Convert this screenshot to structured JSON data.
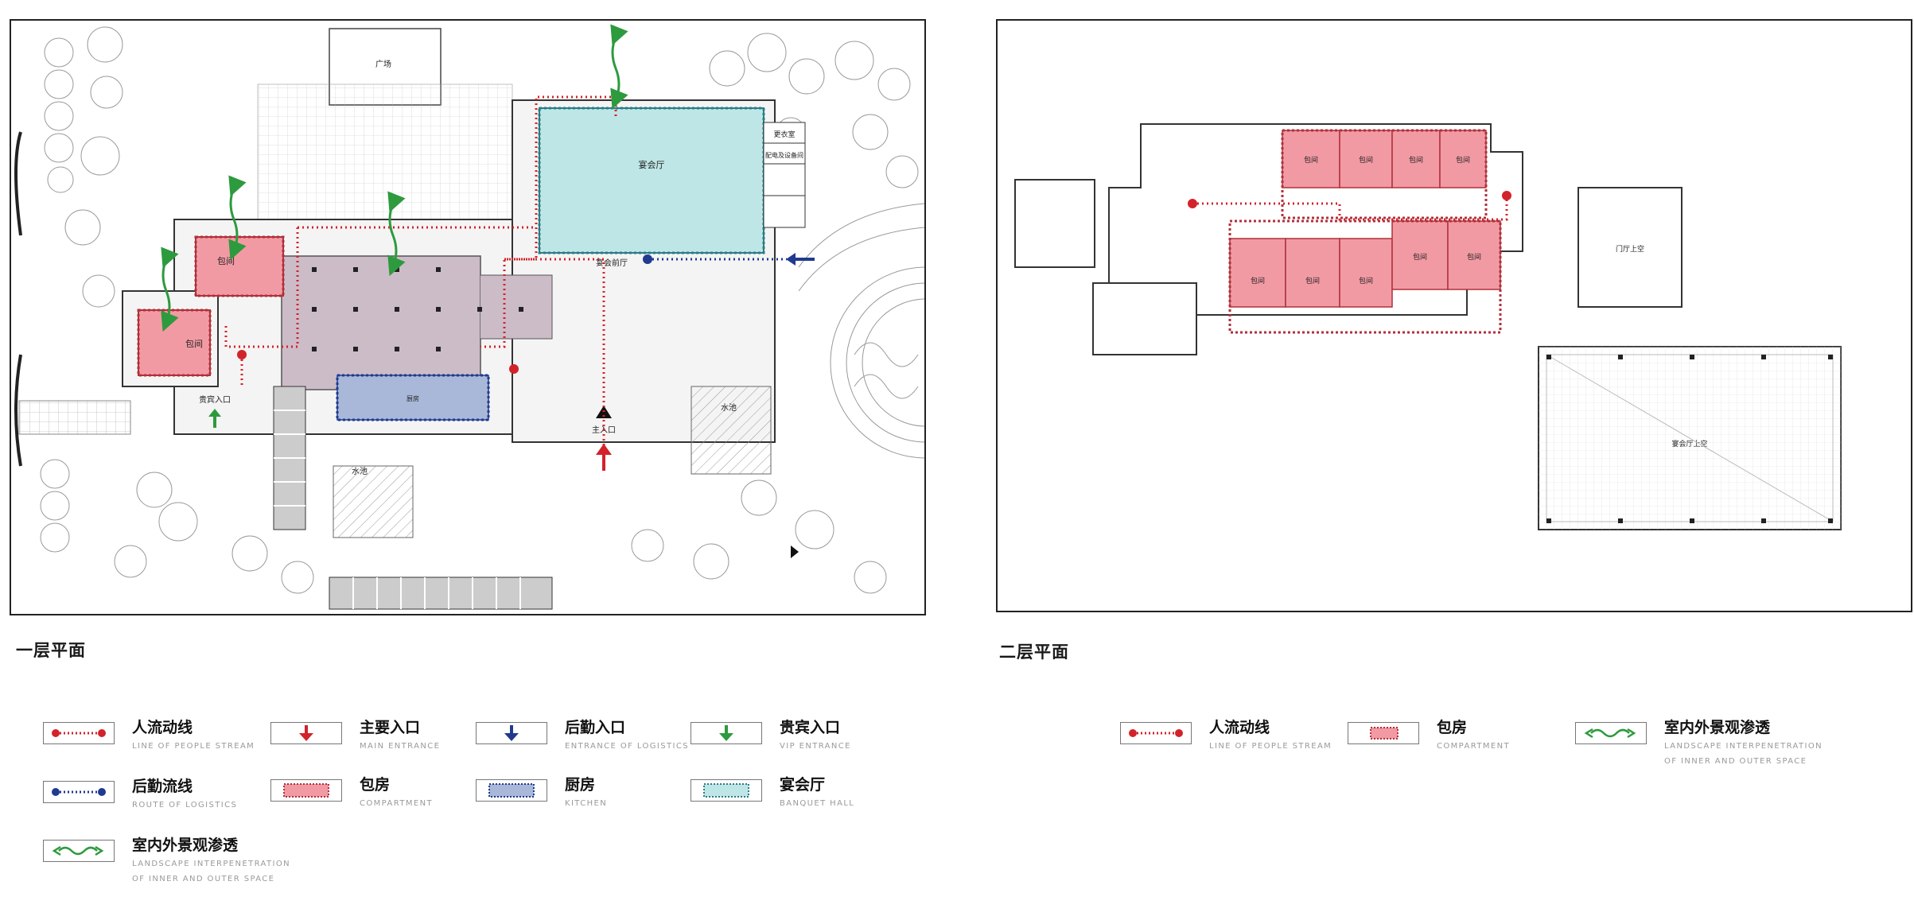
{
  "captions": {
    "floor1": "一层平面",
    "floor2": "二层平面"
  },
  "colors": {
    "people_stream": "#d2232a",
    "logistics": "#1f3a8f",
    "compartment": "#f29aa4",
    "kitchen": "#a9b8d8",
    "banquet_hall": "#bfe6e6",
    "landscape": "#2e9a3e",
    "multi_function": "#ccbcc8"
  },
  "floor1": {
    "labels": {
      "plaza": "广场",
      "banquet_hall": "宴会厅",
      "compartment_a": "包间",
      "compartment_b": "包间",
      "vip_entrance": "贵宾入口",
      "main_entrance": "主入口",
      "banquet_foyer": "宴会前厅",
      "pool_a": "水池",
      "pool_b": "水池",
      "changing_room": "更衣室",
      "power_room": "配电及设备间",
      "kitchen": "厨房"
    }
  },
  "floor2": {
    "labels": {
      "room_1": "包间",
      "room_2": "包间",
      "room_3": "包间",
      "room_4": "包间",
      "room_5": "包间",
      "room_6": "包间",
      "room_7": "包间",
      "room_8": "包间",
      "room_9": "包间",
      "atrium_top": "门厅上空",
      "banquet_top": "宴会厅上空"
    }
  },
  "legend_floor1": [
    {
      "icon": "people-stream",
      "zh": "人流动线",
      "en": [
        "LINE OF PEOPLE STREAM"
      ]
    },
    {
      "icon": "main-entrance-arrow",
      "zh": "主要入口",
      "en": [
        "MAIN ENTRANCE"
      ]
    },
    {
      "icon": "logistics-entrance-arrow",
      "zh": "后勤入口",
      "en": [
        "ENTRANCE OF LOGISTICS"
      ]
    },
    {
      "icon": "vip-entrance-arrow",
      "zh": "贵宾入口",
      "en": [
        "VIP ENTRANCE"
      ]
    },
    {
      "icon": "logistics-route",
      "zh": "后勤流线",
      "en": [
        "ROUTE OF LOGISTICS"
      ]
    },
    {
      "icon": "compartment-swatch",
      "zh": "包房",
      "en": [
        "COMPARTMENT"
      ]
    },
    {
      "icon": "kitchen-swatch",
      "zh": "厨房",
      "en": [
        "KITCHEN"
      ]
    },
    {
      "icon": "banquet-hall-swatch",
      "zh": "宴会厅",
      "en": [
        "BANQUET HALL"
      ]
    },
    {
      "icon": "landscape-arrow",
      "zh": "室内外景观渗透",
      "en": [
        "LANDSCAPE  INTERPENETRATION",
        "OF INNER AND OUTER SPACE"
      ]
    }
  ],
  "legend_floor2": [
    {
      "icon": "people-stream",
      "zh": "人流动线",
      "en": [
        "LINE OF PEOPLE STREAM"
      ]
    },
    {
      "icon": "compartment-swatch",
      "zh": "包房",
      "en": [
        "COMPARTMENT"
      ]
    },
    {
      "icon": "landscape-arrow",
      "zh": "室内外景观渗透",
      "en": [
        "LANDSCAPE  INTERPENETRATION",
        "OF INNER AND OUTER SPACE"
      ]
    }
  ]
}
